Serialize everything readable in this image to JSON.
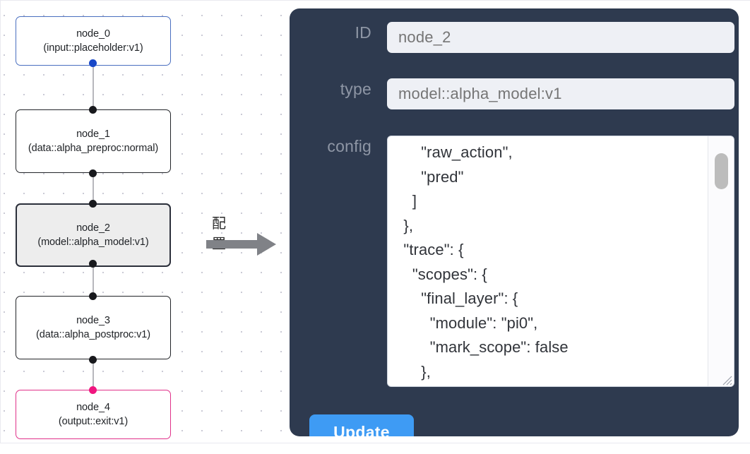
{
  "canvas": {
    "nodes": [
      {
        "id": "node_0",
        "label": "node_0\n(input::placeholder:v1)",
        "kind": "input",
        "selected": false
      },
      {
        "id": "node_1",
        "label": "node_1\n(data::alpha_preproc:normal)",
        "kind": "default",
        "selected": false
      },
      {
        "id": "node_2",
        "label": "node_2\n(model::alpha_model:v1)",
        "kind": "model",
        "selected": true
      },
      {
        "id": "node_3",
        "label": "node_3\n(data::alpha_postproc:v1)",
        "kind": "default",
        "selected": false
      },
      {
        "id": "node_4",
        "label": "node_4\n(output::exit:v1)",
        "kind": "output",
        "selected": false
      }
    ],
    "colors": {
      "input_border": "#4a6fc0",
      "default_border": "#222428",
      "selected_border": "#2b2f3a",
      "selected_fill": "#ededed",
      "output_border": "#e0318a",
      "handle_default": "#18191d",
      "handle_input": "#1848c8",
      "handle_output": "#f0157f",
      "edge": "#b7b7bd",
      "grid_dot": "#c9c9d4"
    }
  },
  "arrow": {
    "caption": "配置",
    "color": "#808287"
  },
  "panel": {
    "background": "#2e3a4f",
    "fields": {
      "id": {
        "label": "ID",
        "value": "node_2",
        "placeholder": "node_2"
      },
      "type": {
        "label": "type",
        "value": "model::alpha_model:v1",
        "placeholder": "model::alpha_model:v1"
      },
      "config": {
        "label": "config",
        "value": "      \"raw_action\",\n      \"pred\"\n    ]\n  },\n  \"trace\": {\n    \"scopes\": {\n      \"final_layer\": {\n        \"module\": \"pi0\",\n        \"mark_scope\": false\n      },\n      \"action_model\": {"
      }
    },
    "update_button": {
      "label": "Update",
      "color": "#3e9bf4"
    }
  }
}
